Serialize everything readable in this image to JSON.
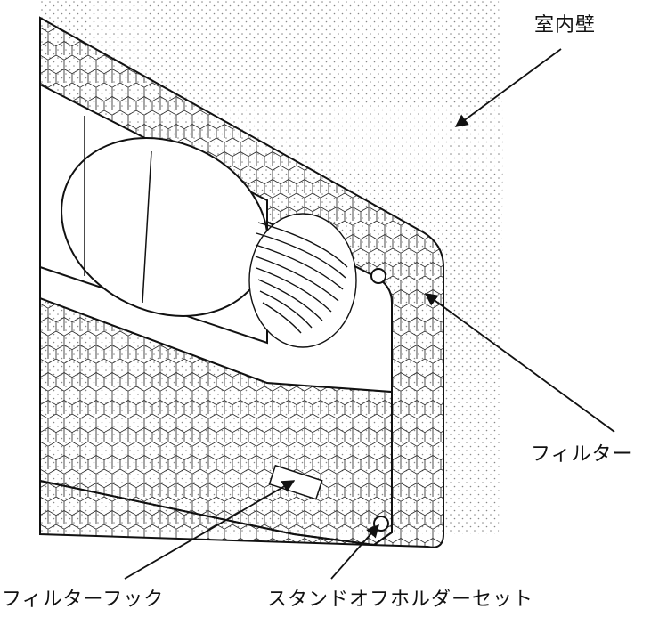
{
  "labels": {
    "wall": "室内壁",
    "filter": "フィルター",
    "filter_hook": "フィルターフック",
    "standoff_holder_set": "スタンドオフホルダーセット"
  },
  "colors": {
    "line": "#111111",
    "wall_dots": "#888888",
    "filter_fill": "#ffffff",
    "background": "#ffffff"
  }
}
